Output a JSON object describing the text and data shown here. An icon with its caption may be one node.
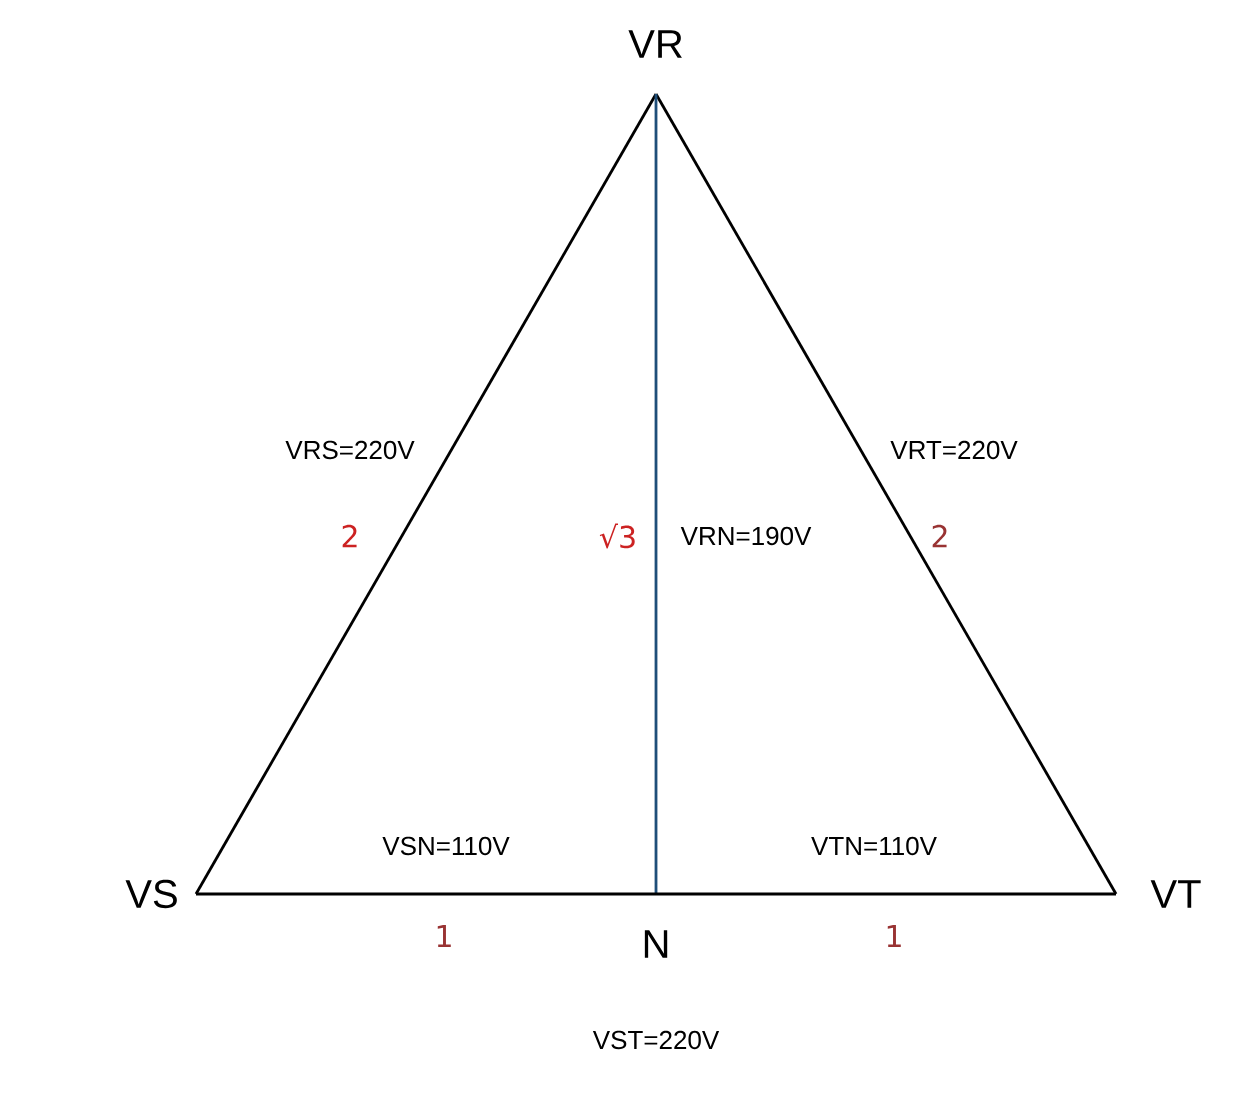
{
  "diagram": {
    "nodes": [
      {
        "text": [
          "VR"
        ]
      },
      {
        "text": [
          "VS"
        ]
      },
      {
        "text": [
          "VT"
        ]
      },
      {
        "text": [
          "N"
        ]
      }
    ],
    "edges": [
      {
        "from": 0,
        "to": 1,
        "arrow": "none",
        "label": "VRS=220V"
      },
      {
        "from": 0,
        "to": 2,
        "arrow": "none",
        "label": "VRT=220V"
      },
      {
        "from": 0,
        "to": 3,
        "arrow": "none",
        "label": "VRN=190V",
        "color": "#1f4e79"
      },
      {
        "from": 1,
        "to": 3,
        "arrow": "none",
        "label": "VSN=110V"
      },
      {
        "from": 3,
        "to": 2,
        "arrow": "none",
        "label": "VTN=110V"
      }
    ],
    "labels": [
      "2",
      "√3",
      "2",
      "1",
      "1",
      "VST=220V"
    ]
  }
}
